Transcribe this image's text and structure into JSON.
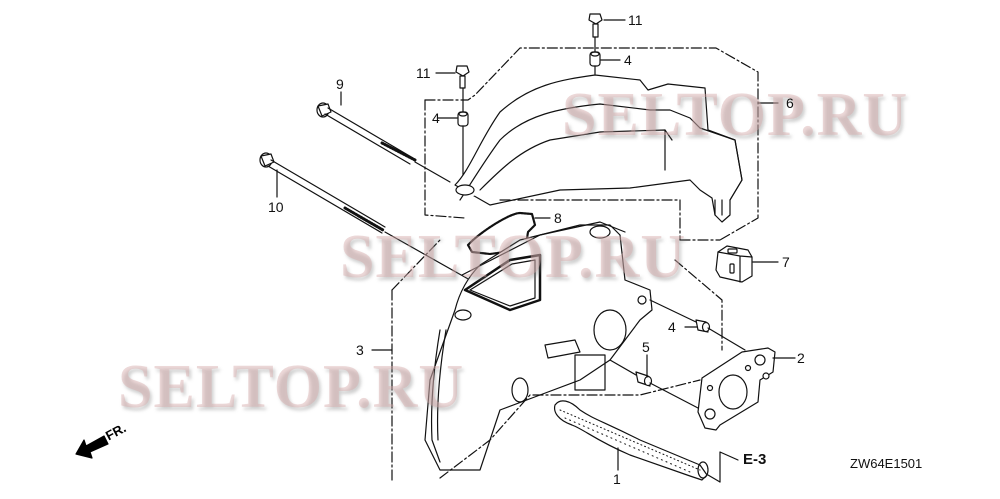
{
  "diagram": {
    "type": "exploded-parts-diagram",
    "drawing_code": "ZW64E1501",
    "reference": "E-3",
    "direction_indicator": "FR.",
    "watermark": "SELTOP.RU",
    "colors": {
      "line": "#111111",
      "background": "#ffffff",
      "watermark": "#d6aaaa"
    },
    "callouts": [
      {
        "id": "c1",
        "number": "1",
        "part": "tube/hose"
      },
      {
        "id": "c2",
        "number": "2",
        "part": "gasket"
      },
      {
        "id": "c3",
        "number": "3",
        "part": "air cleaner case"
      },
      {
        "id": "c4a",
        "number": "4",
        "part": "collar (top)"
      },
      {
        "id": "c4b",
        "number": "4",
        "part": "collar (left)"
      },
      {
        "id": "c4c",
        "number": "4",
        "part": "collar (right)"
      },
      {
        "id": "c5",
        "number": "5",
        "part": "collar"
      },
      {
        "id": "c6",
        "number": "6",
        "part": "air cleaner cover"
      },
      {
        "id": "c7",
        "number": "7",
        "part": "element block"
      },
      {
        "id": "c8",
        "number": "8",
        "part": "seal/packing"
      },
      {
        "id": "c9",
        "number": "9",
        "part": "long bolt"
      },
      {
        "id": "c10",
        "number": "10",
        "part": "long bolt"
      },
      {
        "id": "c11a",
        "number": "11",
        "part": "flange bolt (top)"
      },
      {
        "id": "c11b",
        "number": "11",
        "part": "flange bolt (left)"
      }
    ]
  }
}
